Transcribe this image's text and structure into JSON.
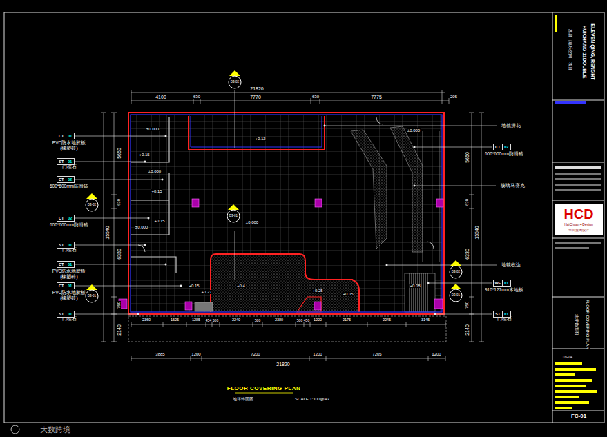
{
  "diagram": {
    "title": "FLOOR COVERING PLAN",
    "nodes": [
      {
        "text": [
          "CT",
          "01"
        ]
      },
      {
        "text": [
          "ST",
          "01"
        ]
      },
      {
        "text": [
          "CT",
          "02"
        ]
      },
      {
        "text": [
          "CT",
          "02"
        ]
      },
      {
        "text": [
          "ST",
          "01"
        ]
      },
      {
        "text": [
          "CT",
          "01"
        ]
      },
      {
        "text": [
          "CT",
          "01"
        ]
      },
      {
        "text": [
          "ST",
          "01"
        ]
      },
      {
        "text": [
          "CT",
          "02"
        ]
      },
      {
        "text": [
          "WF",
          "01"
        ]
      },
      {
        "text": [
          "ST",
          "01"
        ]
      },
      {
        "text": [
          "D3-02"
        ]
      },
      {
        "text": [
          "D3-02"
        ]
      },
      {
        "text": [
          "D3-01"
        ]
      },
      {
        "text": [
          "D3-01"
        ]
      },
      {
        "text": [
          "D3-02"
        ]
      },
      {
        "text": [
          "D3-01"
        ]
      },
      {
        "text": [
          "HCD",
          "HaiChuan✦Design",
          "华川室内设计"
        ]
      }
    ],
    "labels": [
      "21820",
      "4100",
      "630",
      "7770",
      "630",
      "7775",
      "205",
      "5650",
      "630",
      "6330",
      "750",
      "2140",
      "15540",
      "5650",
      "630",
      "15540",
      "6330",
      "750",
      "2140",
      "2360",
      "1625",
      "1285",
      "454",
      "500",
      "2240",
      "580",
      "2380",
      "500",
      "450",
      "1220",
      "2175",
      "2245",
      "3145",
      "3885",
      "1200",
      "7200",
      "1200",
      "7205",
      "1200",
      "21820",
      "PVC防水地胶板",
      "(橡塑砖)",
      "门槛石",
      "600*600mm防滑砖",
      "600*600mm防滑砖",
      "门槛石",
      "PVC防水地胶板",
      "(橡塑砖)",
      "PVC防水地胶板",
      "(橡塑砖)",
      "门槛石",
      "600*600mm防滑砖",
      "910*127mm木地板",
      "门槛石",
      "地毯拼花",
      "玻璃马赛克",
      "地毯收边",
      "±0.000",
      "+0.15",
      "±0.000",
      "+0.15",
      "+0.15",
      "±0.000",
      "+0.12",
      "±0.000",
      "+0.4",
      "+0.25",
      "+0.05",
      "+0.08",
      "±0.000",
      "+0.15",
      "+0.27",
      "地坪饰面图",
      "SCALE  1:100@A3",
      "惠昌（嘉乐空间）项目",
      "HUICHANG 11DOUBLE",
      "ELEVEN QING, RENGHT",
      "地坪饰面图",
      "FLOOR COVERING PLAN",
      "DS-04",
      "FC-01",
      "大数跨境"
    ]
  }
}
